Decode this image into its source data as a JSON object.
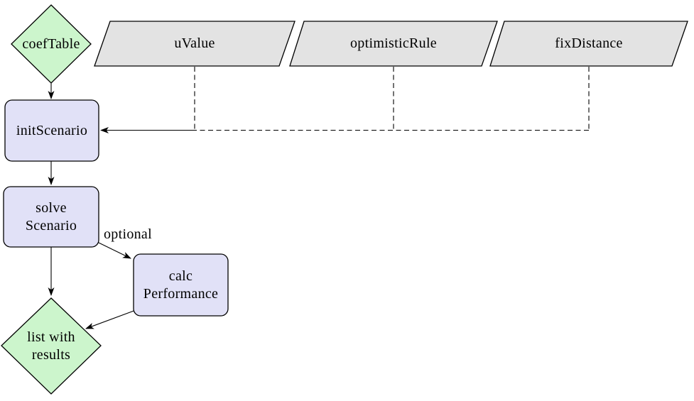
{
  "diagram": {
    "type": "flowchart",
    "colors": {
      "background": "#ffffff",
      "data_node_fill": "#ccf5cc",
      "process_node_fill": "#e1e1f7",
      "input_node_fill": "#e3e3e3",
      "line_stroke": "#000000"
    },
    "nodes": {
      "coef_table": {
        "label": "coefTable",
        "shape": "diamond"
      },
      "u_value": {
        "label": "uValue",
        "shape": "parallelogram"
      },
      "optimistic_rule": {
        "label": "optimisticRule",
        "shape": "parallelogram"
      },
      "fix_distance": {
        "label": "fixDistance",
        "shape": "parallelogram"
      },
      "init_scenario": {
        "label": "initScenario",
        "shape": "rounded-rectangle"
      },
      "solve_scenario": {
        "label_line1": "solve",
        "label_line2": "Scenario",
        "shape": "rounded-rectangle"
      },
      "calc_performance": {
        "label_line1": "calc",
        "label_line2": "Performance",
        "shape": "rounded-rectangle"
      },
      "list_with_results": {
        "label_line1": "list with",
        "label_line2": "results",
        "shape": "diamond"
      }
    },
    "edges": [
      {
        "from": "coefTable",
        "to": "initScenario",
        "style": "solid-arrow",
        "label": ""
      },
      {
        "from": "uValue",
        "to": "initScenario",
        "style": "dashed",
        "label": ""
      },
      {
        "from": "optimisticRule",
        "to": "initScenario",
        "style": "dashed",
        "label": ""
      },
      {
        "from": "fixDistance",
        "to": "initScenario",
        "style": "dashed",
        "label": ""
      },
      {
        "from": "initScenario",
        "to": "solveScenario",
        "style": "solid-arrow",
        "label": ""
      },
      {
        "from": "solveScenario",
        "to": "calcPerformance",
        "style": "solid-arrow",
        "label": "optional"
      },
      {
        "from": "solveScenario",
        "to": "listWithResults",
        "style": "solid-arrow",
        "label": ""
      },
      {
        "from": "calcPerformance",
        "to": "listWithResults",
        "style": "solid-arrow",
        "label": ""
      }
    ]
  }
}
